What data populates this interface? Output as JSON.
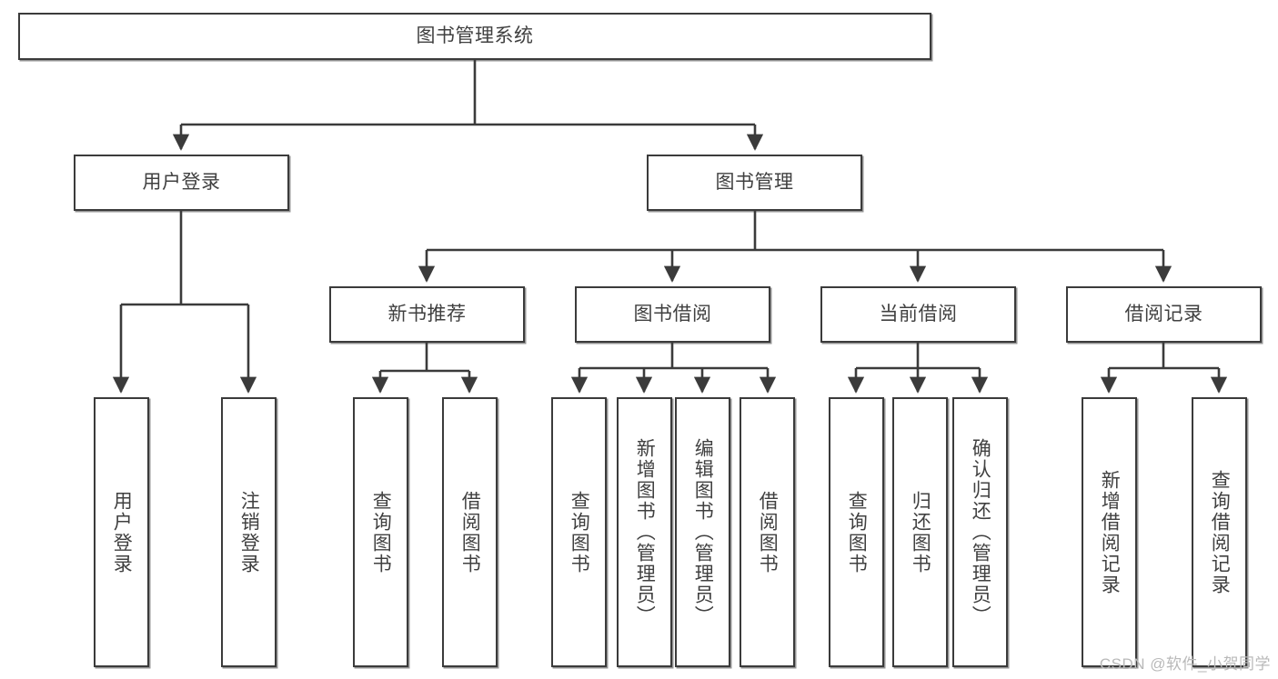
{
  "diagram": {
    "title": "图书管理系统",
    "type": "tree-hierarchy",
    "watermark": "CSDN @软件_小贺同学",
    "colors": {
      "box_border": "#3b3b3b",
      "box_fill": "#ffffff",
      "line": "#3b3b3b",
      "text": "#404040",
      "watermark": "#b9b9b9",
      "background": "#ffffff"
    },
    "root": {
      "label": "图书管理系统",
      "name": "node-root"
    },
    "level2": [
      {
        "label": "用户登录",
        "name": "node-user-login"
      },
      {
        "label": "图书管理",
        "name": "node-book-management"
      }
    ],
    "level3": [
      {
        "label": "新书推荐",
        "name": "node-new-book-recommend"
      },
      {
        "label": "图书借阅",
        "name": "node-book-borrow"
      },
      {
        "label": "当前借阅",
        "name": "node-current-borrow"
      },
      {
        "label": "借阅记录",
        "name": "node-borrow-record"
      }
    ],
    "leaves": {
      "user_login": [
        {
          "label": "用户登录",
          "name": "leaf-user-login"
        },
        {
          "label": "注销登录",
          "name": "leaf-logout"
        }
      ],
      "new_book_recommend": [
        {
          "label": "查询图书",
          "name": "leaf-query-book-recommend"
        },
        {
          "label": "借阅图书",
          "name": "leaf-borrow-book-recommend"
        }
      ],
      "book_borrow": [
        {
          "label": "查询图书",
          "name": "leaf-query-book-borrow"
        },
        {
          "label": "新增图书（管理员）",
          "name": "leaf-add-book-admin"
        },
        {
          "label": "编辑图书（管理员）",
          "name": "leaf-edit-book-admin"
        },
        {
          "label": "借阅图书",
          "name": "leaf-borrow-book"
        }
      ],
      "current_borrow": [
        {
          "label": "查询图书",
          "name": "leaf-query-book-current"
        },
        {
          "label": "归还图书",
          "name": "leaf-return-book"
        },
        {
          "label": "确认归还（管理员）",
          "name": "leaf-confirm-return-admin"
        }
      ],
      "borrow_record": [
        {
          "label": "新增借阅记录",
          "name": "leaf-add-borrow-record"
        },
        {
          "label": "查询借阅记录",
          "name": "leaf-query-borrow-record"
        }
      ]
    }
  }
}
